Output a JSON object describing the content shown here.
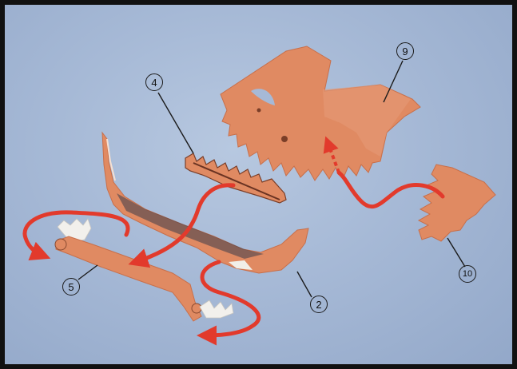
{
  "callouts": {
    "c2": "2",
    "c4": "4",
    "c5": "5",
    "c9": "9",
    "c10": "10"
  },
  "colors": {
    "background": "#a6b9d6",
    "part": "#e08a62",
    "part_shade": "#c86f4a",
    "arrow": "#e23a2c",
    "frame": "#111111"
  },
  "icons": [
    "assembly-arrow",
    "dashed-arrow"
  ]
}
